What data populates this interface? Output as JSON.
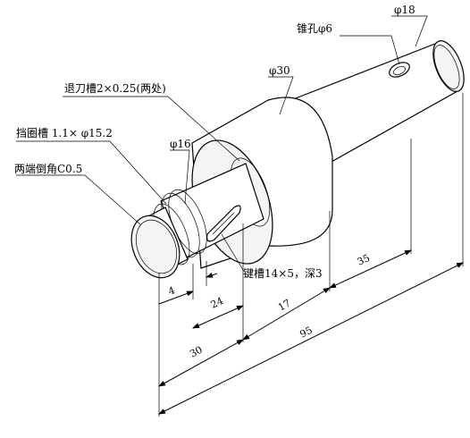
{
  "labels": {
    "cone_hole": "锥孔φ6",
    "dia18": "φ18",
    "dia30": "φ30",
    "undercut": "退刀槽2×0.25(两处)",
    "retaining_groove": "挡圈槽 1.1× φ15.2",
    "dia16": "φ16",
    "chamfer": "两端倒角C0.5",
    "keyway": "键槽14×5，深3"
  },
  "dims": {
    "d4": "4",
    "d24": "24",
    "d30": "30",
    "d17": "17",
    "d35": "35",
    "d95": "95"
  }
}
